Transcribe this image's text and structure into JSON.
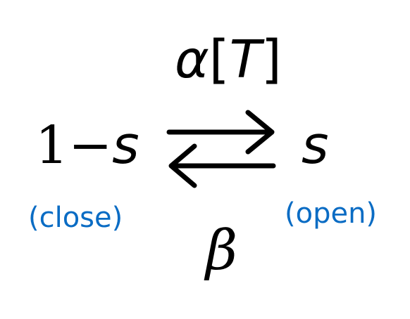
{
  "diagram": {
    "forward_rate": {
      "symbol": "α",
      "bracket_open": "[",
      "argument": "T",
      "bracket_close": "]"
    },
    "backward_rate": "β",
    "left_state": {
      "number": "1",
      "operator": "−",
      "variable": "s",
      "label": "(close)"
    },
    "right_state": {
      "variable": "s",
      "label": "(open)"
    },
    "arrow_color": "#000000",
    "label_color": "#0a6cc4"
  }
}
